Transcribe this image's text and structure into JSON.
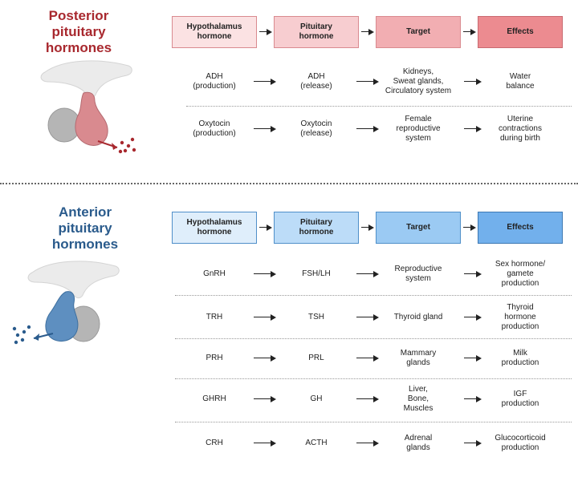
{
  "colors": {
    "posterior_title": "#a8282e",
    "anterior_title": "#2a5b8c",
    "posterior_headers": [
      "#fbe2e3",
      "#f7cdd0",
      "#f2aeb2",
      "#ec8b90"
    ],
    "posterior_header_border": "#d98a8f",
    "anterior_headers": [
      "#dfeefb",
      "#bcdcf8",
      "#9bcaf3",
      "#72b0ec"
    ],
    "anterior_header_border": "#4f8fc9",
    "posterior_gland": "#d98a8f",
    "anterior_gland": "#5e8fc0"
  },
  "posterior": {
    "title": "Posterior\npituitary\nhormones",
    "headers": [
      "Hypothalamus\nhormone",
      "Pituitary\nhormone",
      "Target",
      "Effects"
    ],
    "rows": [
      [
        "ADH\n(production)",
        "ADH\n(release)",
        "Kidneys,\nSweat glands,\nCirculatory system",
        "Water\nbalance"
      ],
      [
        "Oxytocin\n(production)",
        "Oxytocin\n(release)",
        "Female\nreproductive\nsystem",
        "Uterine\ncontractions\nduring birth"
      ]
    ]
  },
  "anterior": {
    "title": "Anterior\npituitary\nhormones",
    "headers": [
      "Hypothalamus\nhormone",
      "Pituitary\nhormone",
      "Target",
      "Effects"
    ],
    "rows": [
      [
        "GnRH",
        "FSH/LH",
        "Reproductive\nsystem",
        "Sex hormone/\ngamete\nproduction"
      ],
      [
        "TRH",
        "TSH",
        "Thyroid gland",
        "Thyroid\nhormone\nproduction"
      ],
      [
        "PRH",
        "PRL",
        "Mammary\nglands",
        "Milk\nproduction"
      ],
      [
        "GHRH",
        "GH",
        "Liver,\nBone,\nMuscles",
        "IGF\nproduction"
      ],
      [
        "CRH",
        "ACTH",
        "Adrenal\nglands",
        "Glucocorticoid\nproduction"
      ]
    ]
  }
}
